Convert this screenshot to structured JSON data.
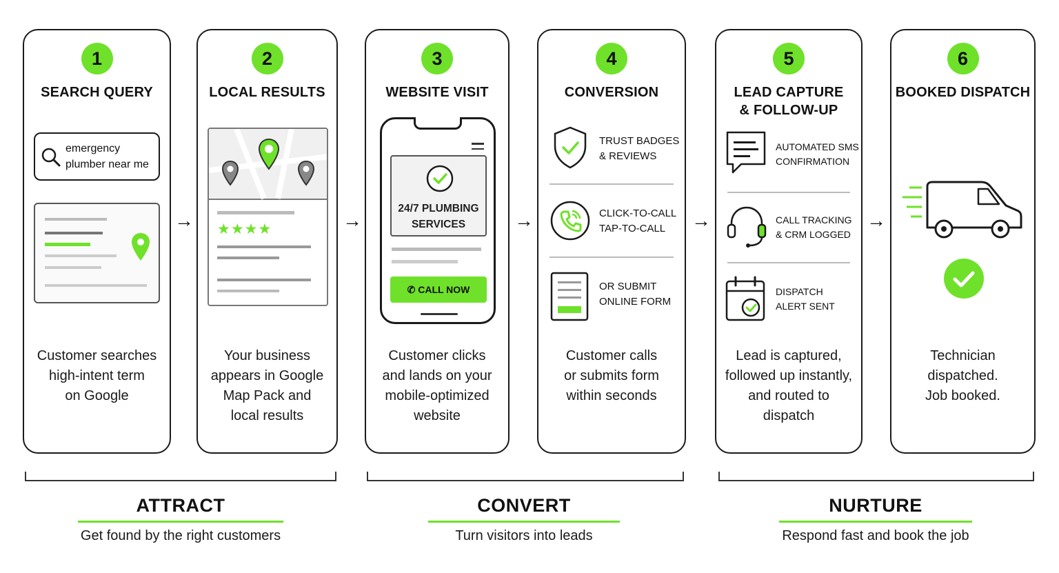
{
  "colors": {
    "accent": "#6fe12a",
    "ink": "#1a1a1a"
  },
  "steps": [
    {
      "number": "1",
      "title": "SEARCH QUERY",
      "search_text_1": "emergency",
      "search_text_2": "plumber near me",
      "description_lines": [
        "Customer searches",
        "high-intent term",
        "on Google"
      ]
    },
    {
      "number": "2",
      "title": "LOCAL RESULTS",
      "description_lines": [
        "Your business",
        "appears in Google",
        "Map Pack and",
        "local results"
      ]
    },
    {
      "number": "3",
      "title": "WEBSITE VISIT",
      "screen_text_1": "24/7 PLUMBING",
      "screen_text_2": "SERVICES",
      "cta": "CALL NOW",
      "description_lines": [
        "Customer clicks",
        "and lands on your",
        "mobile-optimized",
        "website"
      ]
    },
    {
      "number": "4",
      "title": "CONVERSION",
      "items": [
        {
          "icon": "shield-check-icon",
          "line1": "TRUST BADGES",
          "line2": "& REVIEWS"
        },
        {
          "icon": "phone-circle-icon",
          "line1": "CLICK-TO-CALL",
          "line2": "TAP-TO-CALL"
        },
        {
          "icon": "form-icon",
          "line1": "OR SUBMIT",
          "line2": "ONLINE FORM"
        }
      ],
      "description_lines": [
        "Customer calls",
        "or submits form",
        "within seconds"
      ]
    },
    {
      "number": "5",
      "title_line1": "LEAD CAPTURE",
      "title_line2": "& FOLLOW-UP",
      "items": [
        {
          "icon": "sms-bubble-icon",
          "line1": "AUTOMATED SMS",
          "line2": "CONFIRMATION"
        },
        {
          "icon": "headset-icon",
          "line1": "CALL TRACKING",
          "line2": "& CRM LOGGED"
        },
        {
          "icon": "calendar-check-icon",
          "line1": "DISPATCH",
          "line2": "ALERT SENT"
        }
      ],
      "description_lines": [
        "Lead is captured,",
        "followed up instantly,",
        "and routed to",
        "dispatch"
      ]
    },
    {
      "number": "6",
      "title": "BOOKED DISPATCH",
      "description_lines": [
        "Technician",
        "dispatched.",
        "Job booked."
      ]
    }
  ],
  "arrow_glyph": "→",
  "phases": [
    {
      "title": "ATTRACT",
      "subtitle": "Get found by the right customers"
    },
    {
      "title": "CONVERT",
      "subtitle": "Turn visitors into leads"
    },
    {
      "title": "NURTURE",
      "subtitle": "Respond fast and book the job"
    }
  ]
}
